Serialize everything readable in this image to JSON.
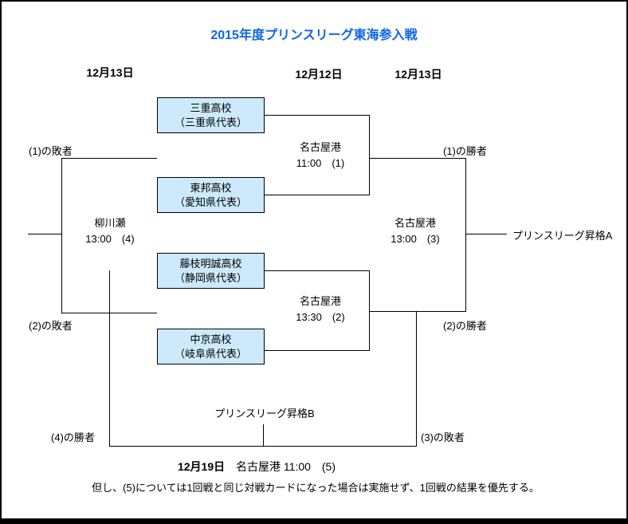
{
  "title": "2015年度プリンスリーグ東海参入戦",
  "colors": {
    "title_blue": "#0d66e4",
    "team_box_fill": "#cdeafc",
    "line_black": "#000000"
  },
  "date_headers": [
    {
      "label": "12月13日"
    },
    {
      "label": "12月12日"
    },
    {
      "label": "12月13日"
    }
  ],
  "teams": [
    {
      "name": "三重高校",
      "rep": "（三重県代表）"
    },
    {
      "name": "東邦高校",
      "rep": "（愛知県代表）"
    },
    {
      "name": "藤枝明誠高校",
      "rep": "（静岡県代表）"
    },
    {
      "name": "中京高校",
      "rep": "（岐阜県代表）"
    }
  ],
  "matches": [
    {
      "venue": "名古屋港",
      "time": "11:00　(1)"
    },
    {
      "venue": "名古屋港",
      "time": "13:30　(2)"
    },
    {
      "venue": "名古屋港",
      "time": "13:00　(3)"
    },
    {
      "venue": "柳川瀬",
      "time": "13:00　(4)"
    }
  ],
  "labels": {
    "loser1": "(1)の敗者",
    "loser2": "(2)の敗者",
    "winner1": "(1)の勝者",
    "winner2": "(2)の勝者",
    "winner4": "(4)の勝者",
    "loser3": "(3)の敗者",
    "promotion_a": "プリンスリーグ昇格A",
    "promotion_b": "プリンスリーグ昇格B"
  },
  "footer": {
    "match5_date": "12月19日",
    "match5_info": "名古屋港 11:00　(5)",
    "note": "但し、(5)については1回戦と同じ対戦カードになった場合は実施せず、1回戦の結果を優先する。"
  }
}
